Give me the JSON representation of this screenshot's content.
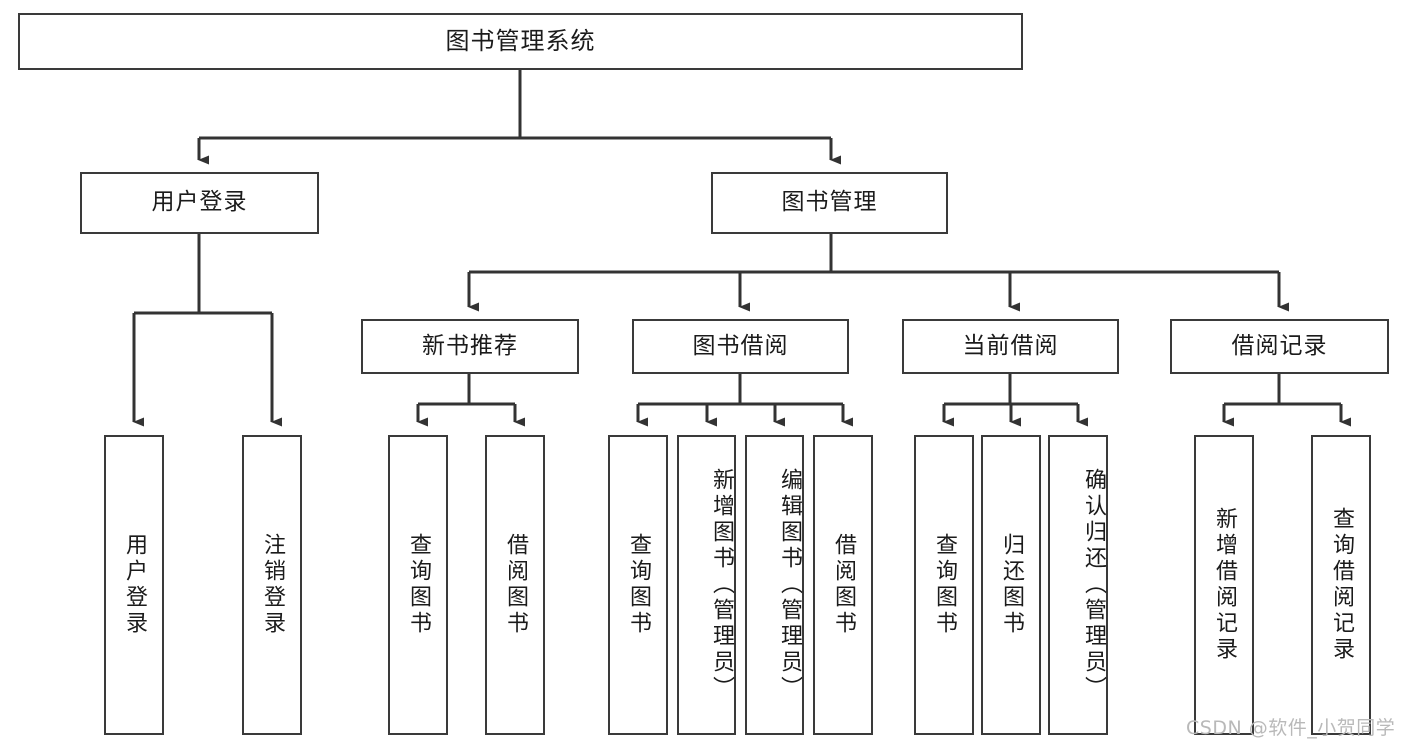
{
  "diagram": {
    "type": "tree",
    "title": "图书管理系统",
    "watermark": "CSDN @软件_小贺同学",
    "colors": {
      "border": "#3a3a3a",
      "background": "#ffffff",
      "text": "#1b1b1b",
      "connector": "#333333",
      "watermark": "#b9b9b9"
    },
    "levels": {
      "root": "图书管理系统",
      "level2": [
        "用户登录",
        "图书管理"
      ],
      "level3": [
        "新书推荐",
        "图书借阅",
        "当前借阅",
        "借阅记录"
      ]
    },
    "nodes": {
      "root": "图书管理系统",
      "user_login": "用户登录",
      "book_manage": "图书管理",
      "new_book_rec": "新书推荐",
      "book_borrow": "图书借阅",
      "current_borrow": "当前借阅",
      "borrow_record": "借阅记录",
      "leaf_user_login": "用户登录",
      "leaf_logout": "注销登录",
      "leaf_query_book_a": "查询图书",
      "leaf_borrow_book_a": "借阅图书",
      "leaf_query_book_b": "查询图书",
      "leaf_add_book": "新增图书（管理员）",
      "leaf_edit_book": "编辑图书（管理员）",
      "leaf_borrow_book_b": "借阅图书",
      "leaf_query_book_c": "查询图书",
      "leaf_return_book": "归还图书",
      "leaf_confirm_return": "确认归还（管理员）",
      "leaf_add_record": "新增借阅记录",
      "leaf_query_record": "查询借阅记录"
    },
    "edges": [
      {
        "from": "图书管理系统",
        "to": "用户登录"
      },
      {
        "from": "图书管理系统",
        "to": "图书管理"
      },
      {
        "from": "用户登录",
        "to": "用户登录"
      },
      {
        "from": "用户登录",
        "to": "注销登录"
      },
      {
        "from": "图书管理",
        "to": "新书推荐"
      },
      {
        "from": "图书管理",
        "to": "图书借阅"
      },
      {
        "from": "图书管理",
        "to": "当前借阅"
      },
      {
        "from": "图书管理",
        "to": "借阅记录"
      },
      {
        "from": "新书推荐",
        "to": "查询图书"
      },
      {
        "from": "新书推荐",
        "to": "借阅图书"
      },
      {
        "from": "图书借阅",
        "to": "查询图书"
      },
      {
        "from": "图书借阅",
        "to": "新增图书（管理员）"
      },
      {
        "from": "图书借阅",
        "to": "编辑图书（管理员）"
      },
      {
        "from": "图书借阅",
        "to": "借阅图书"
      },
      {
        "from": "当前借阅",
        "to": "查询图书"
      },
      {
        "from": "当前借阅",
        "to": "归还图书"
      },
      {
        "from": "当前借阅",
        "to": "确认归还（管理员）"
      },
      {
        "from": "借阅记录",
        "to": "新增借阅记录"
      },
      {
        "from": "借阅记录",
        "to": "查询借阅记录"
      }
    ]
  }
}
